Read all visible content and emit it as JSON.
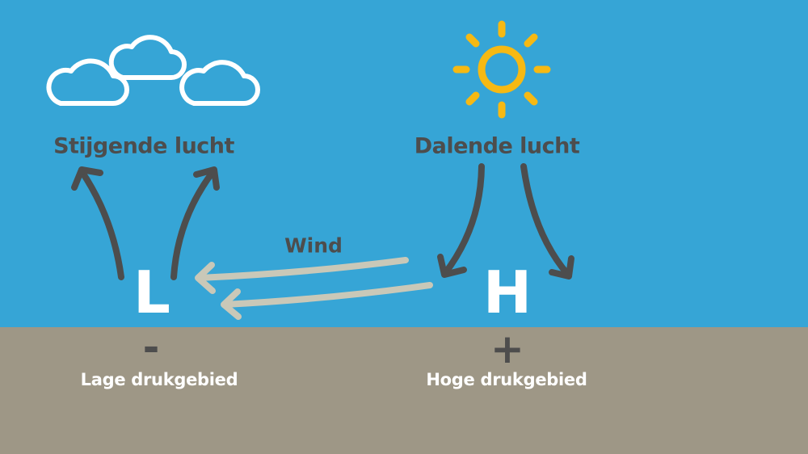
{
  "labels": {
    "rising_air": "Stijgende lucht",
    "falling_air": "Dalende lucht",
    "wind": "Wind",
    "low": "L",
    "high": "H",
    "low_sign": "-",
    "high_sign": "+",
    "low_pressure": "Lage drukgebied",
    "high_pressure": "Hoge drukgebied"
  },
  "colors": {
    "sky": "#36a5d6",
    "ground": "#9e9786",
    "arrow": "#4d4d4d",
    "wind_arrow": "#c9c8b8",
    "sun": "#f6b913"
  }
}
